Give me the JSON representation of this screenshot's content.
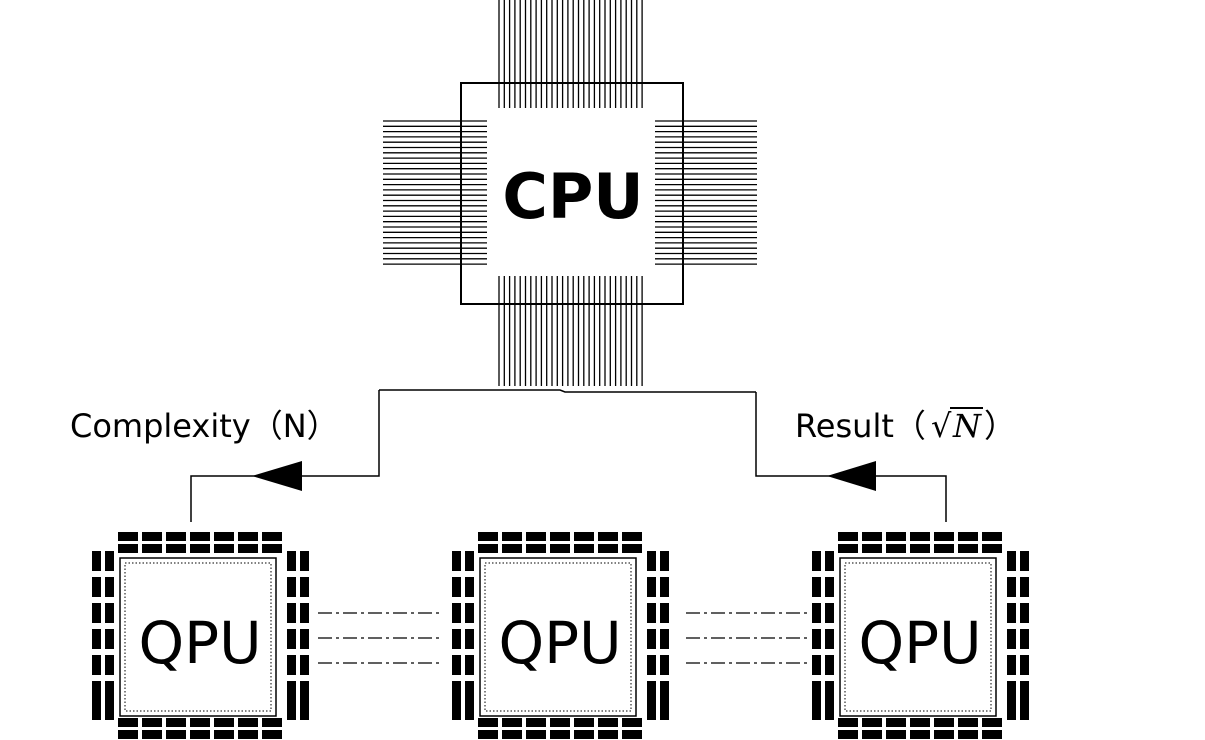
{
  "cpu": {
    "label": "CPU"
  },
  "qpus": [
    {
      "label": "QPU"
    },
    {
      "label": "QPU"
    },
    {
      "label": "QPU"
    }
  ],
  "edges": {
    "complexity_label": "Complexity（N）",
    "result_label_prefix": "Result（",
    "result_sqrt_symbol": "√",
    "result_variable": "N",
    "result_label_suffix": "）"
  }
}
